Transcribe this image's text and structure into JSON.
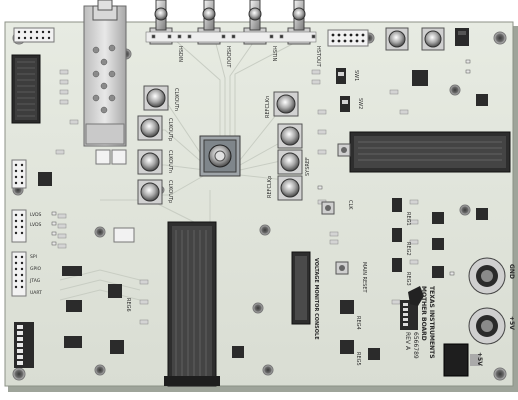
{
  "board": {
    "title_line1": "TEXAS INSTRUMENTS",
    "title_line2": "MOTHER BOARD",
    "part_number": "6566789",
    "revision": "REV A"
  },
  "power": {
    "gnd_label": "GND",
    "plus5v_label": "+5V",
    "plus5v_label2": "+5V"
  },
  "top_labels": {
    "sma1": "HSDIN",
    "sma2": "HSDOUT",
    "sma3": "HSTIN",
    "sma4": "HSTOUT"
  },
  "clock_labels": {
    "c1": "CLKOUTn",
    "c2": "CLKOUTp",
    "c3": "CLKOUTn",
    "c4": "CLKOUTp",
    "ref1": "REFCLKn",
    "ref2": "REFCLKp",
    "sysref": "SYSREF"
  },
  "mid_labels": {
    "monitor": "VOLTAGE MONITOR CONSOLE",
    "main_reset": "MAIN RESET",
    "clk": "CLK",
    "reg1": "REG1",
    "reg2": "REG2",
    "reg3": "REG3",
    "reg4": "REG4",
    "reg5": "REG5",
    "reg6": "REG6",
    "sw1": "SW1",
    "sw2": "SW2"
  },
  "left_labels": {
    "lvds1": "LVDS",
    "lvds2": "LVDS",
    "spi": "SPI",
    "gpio": "GPIO",
    "jtag": "JTAG",
    "uart": "UART"
  }
}
